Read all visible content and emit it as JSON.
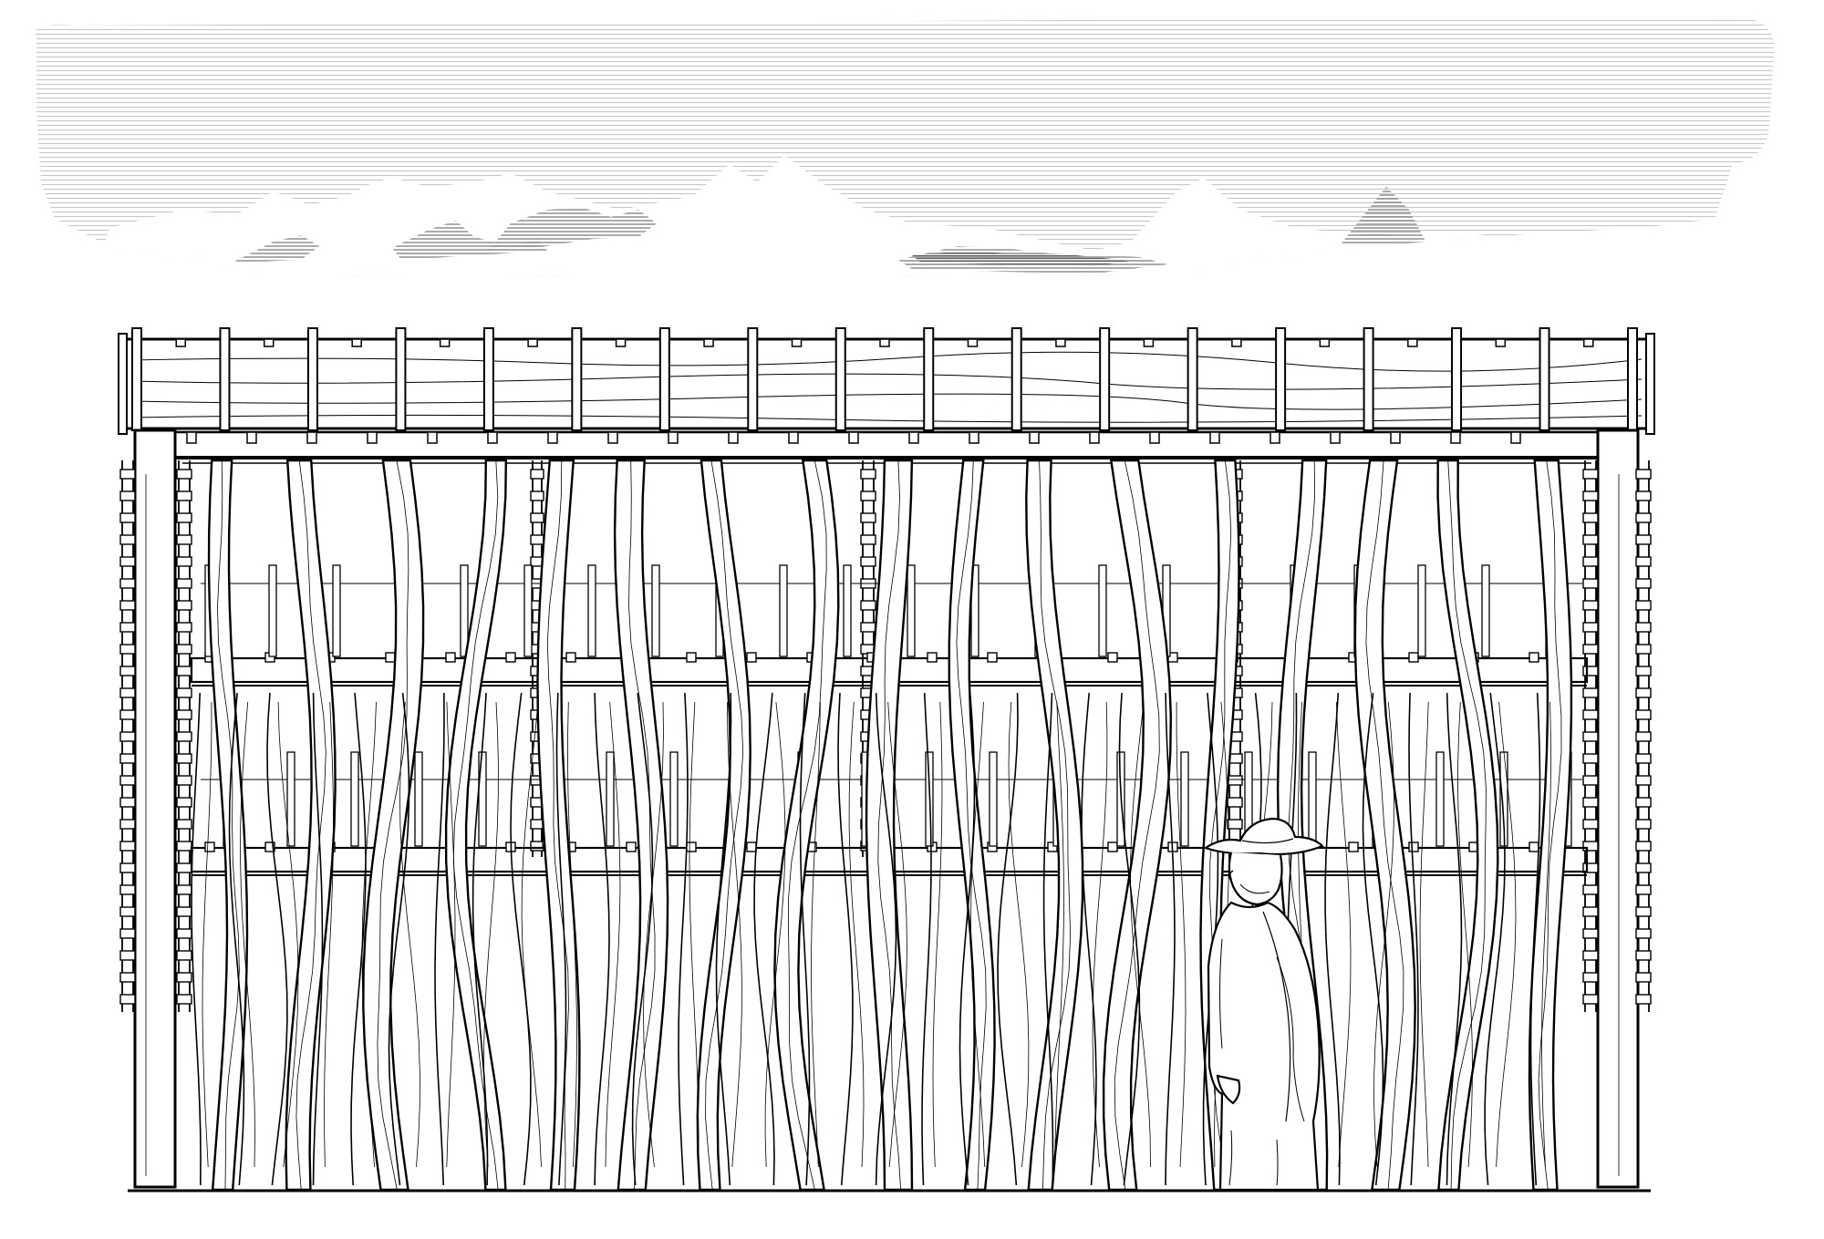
{
  "scene": {
    "subject": "elevation-drawing",
    "colors": {
      "paper": "#ffffff",
      "ink": "#000000",
      "hatch_light": "#c8c8c8",
      "hatch_dark": "#8a8a8a",
      "hatch_shadow": "#5a5a5a"
    },
    "elements": {
      "sky": "horizontal-hatch-sky",
      "mountains": "hatched-mountain-silhouettes",
      "structure": "timber-pergola-frame",
      "trunks": "vertical-unbarked-poles",
      "figure": "person-with-hat"
    },
    "counts": {
      "top_posts": 18,
      "poles": 17
    }
  }
}
